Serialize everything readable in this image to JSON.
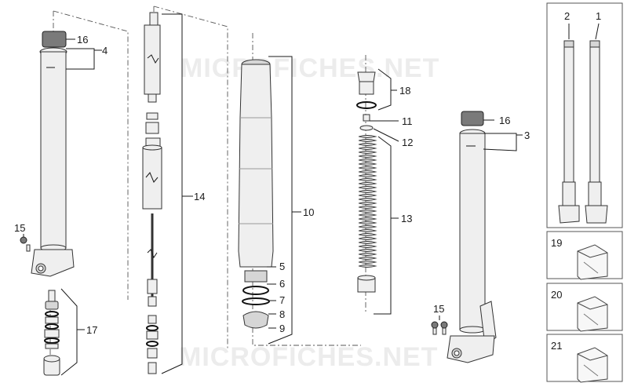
{
  "watermark": "MICROFICHES.NET",
  "callouts": {
    "n1": "1",
    "n2": "2",
    "n3": "3",
    "n4": "4",
    "n5": "5",
    "n6": "6",
    "n7": "7",
    "n8": "8",
    "n9": "9",
    "n10": "10",
    "n11": "11",
    "n12": "12",
    "n13": "13",
    "n14": "14",
    "n15a": "15",
    "n15b": "15",
    "n16a": "16",
    "n16b": "16",
    "n17": "17",
    "n18": "18",
    "n19": "19",
    "n20": "20",
    "n21": "21"
  },
  "colors": {
    "line": "#1a1a1a",
    "part_fill": "#efefef",
    "cap_fill": "#7a7a7a",
    "watermark": "#ececec"
  }
}
